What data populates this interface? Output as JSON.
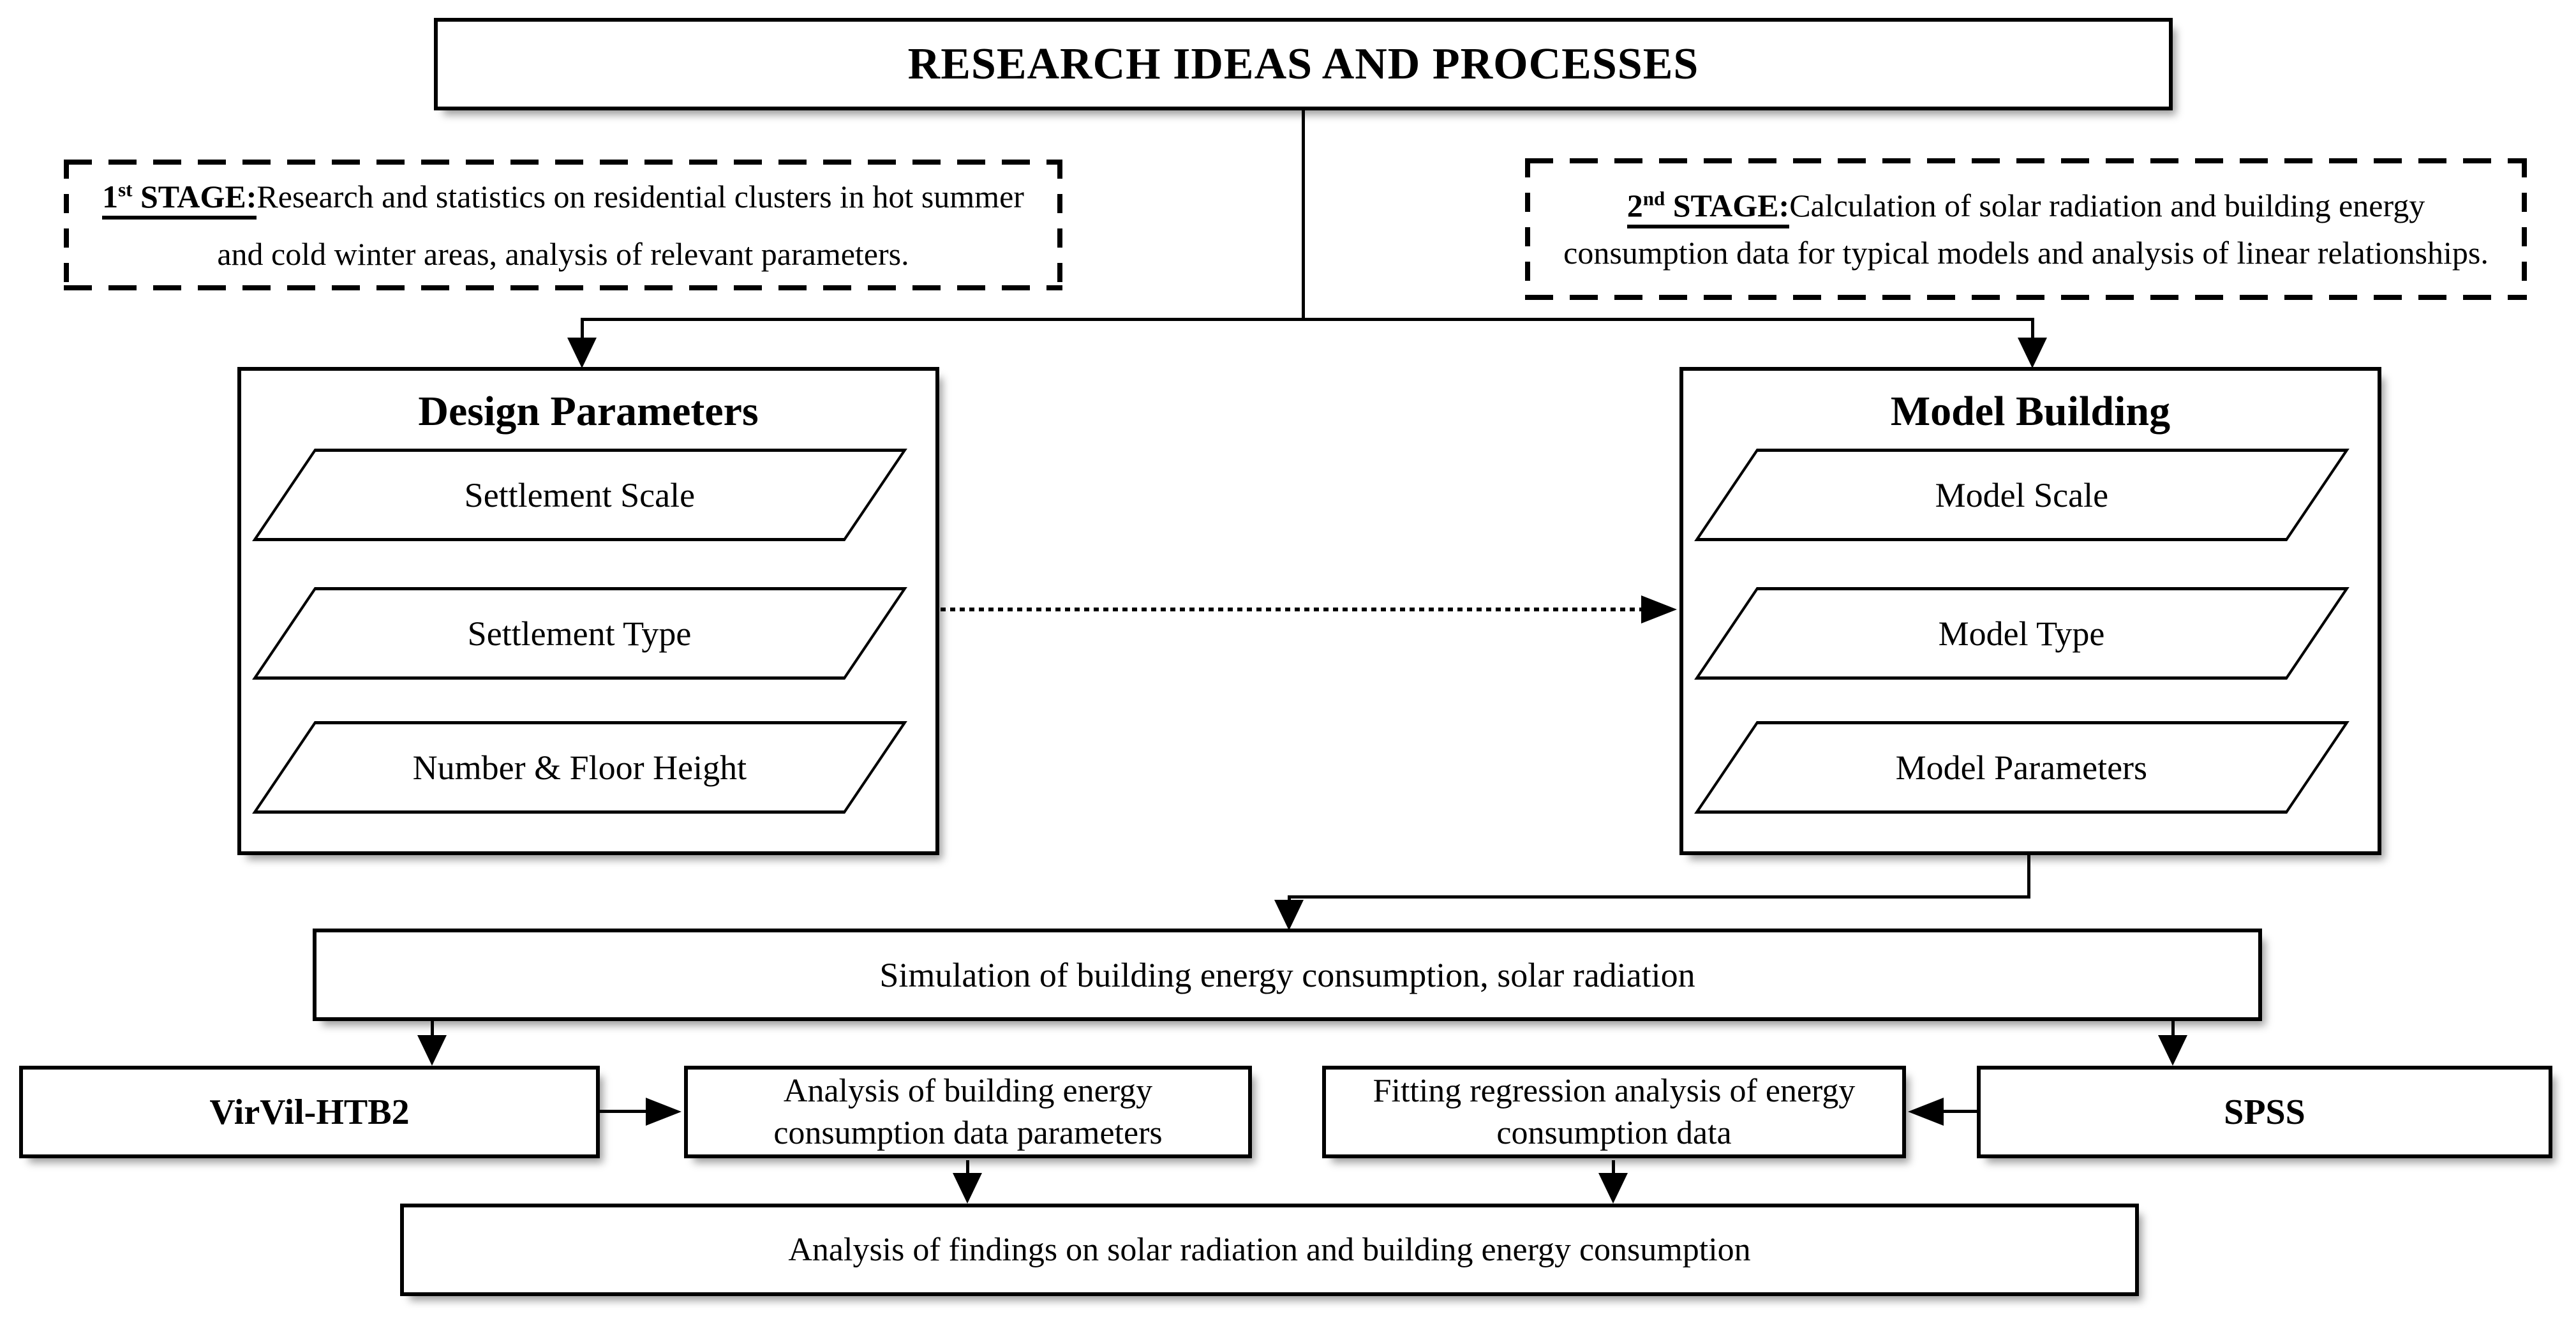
{
  "title": "RESEARCH IDEAS AND PROCESSES",
  "stages": {
    "stage1": {
      "number": "1",
      "ordinal": "st",
      "word": " STAGE:",
      "body": "Research and statistics on residential clusters in hot summer and cold winter areas, analysis of relevant parameters."
    },
    "stage2": {
      "number": "2",
      "ordinal": "nd",
      "word": " STAGE:",
      "body": "Calculation of solar radiation and building energy consumption data for typical models and analysis of linear relationships."
    }
  },
  "design_parameters": {
    "title": "Design Parameters",
    "items": [
      "Settlement Scale",
      "Settlement Type",
      "Number & Floor Height"
    ]
  },
  "model_building": {
    "title": "Model Building",
    "items": [
      "Model Scale",
      "Model Type",
      "Model Parameters"
    ]
  },
  "simulation": {
    "label": "Simulation of building energy consumption, solar radiation"
  },
  "tools": {
    "virvil": "VirVil-HTB2",
    "spss": "SPSS"
  },
  "analysis": {
    "building_energy": "Analysis of building energy consumption data parameters",
    "fitting_regression": "Fitting regression analysis of energy consumption data"
  },
  "findings": {
    "label": "Analysis of findings on solar radiation and building energy consumption"
  },
  "colors": {
    "line": "#000000",
    "background": "#ffffff",
    "box_fill": "#ffffff"
  }
}
